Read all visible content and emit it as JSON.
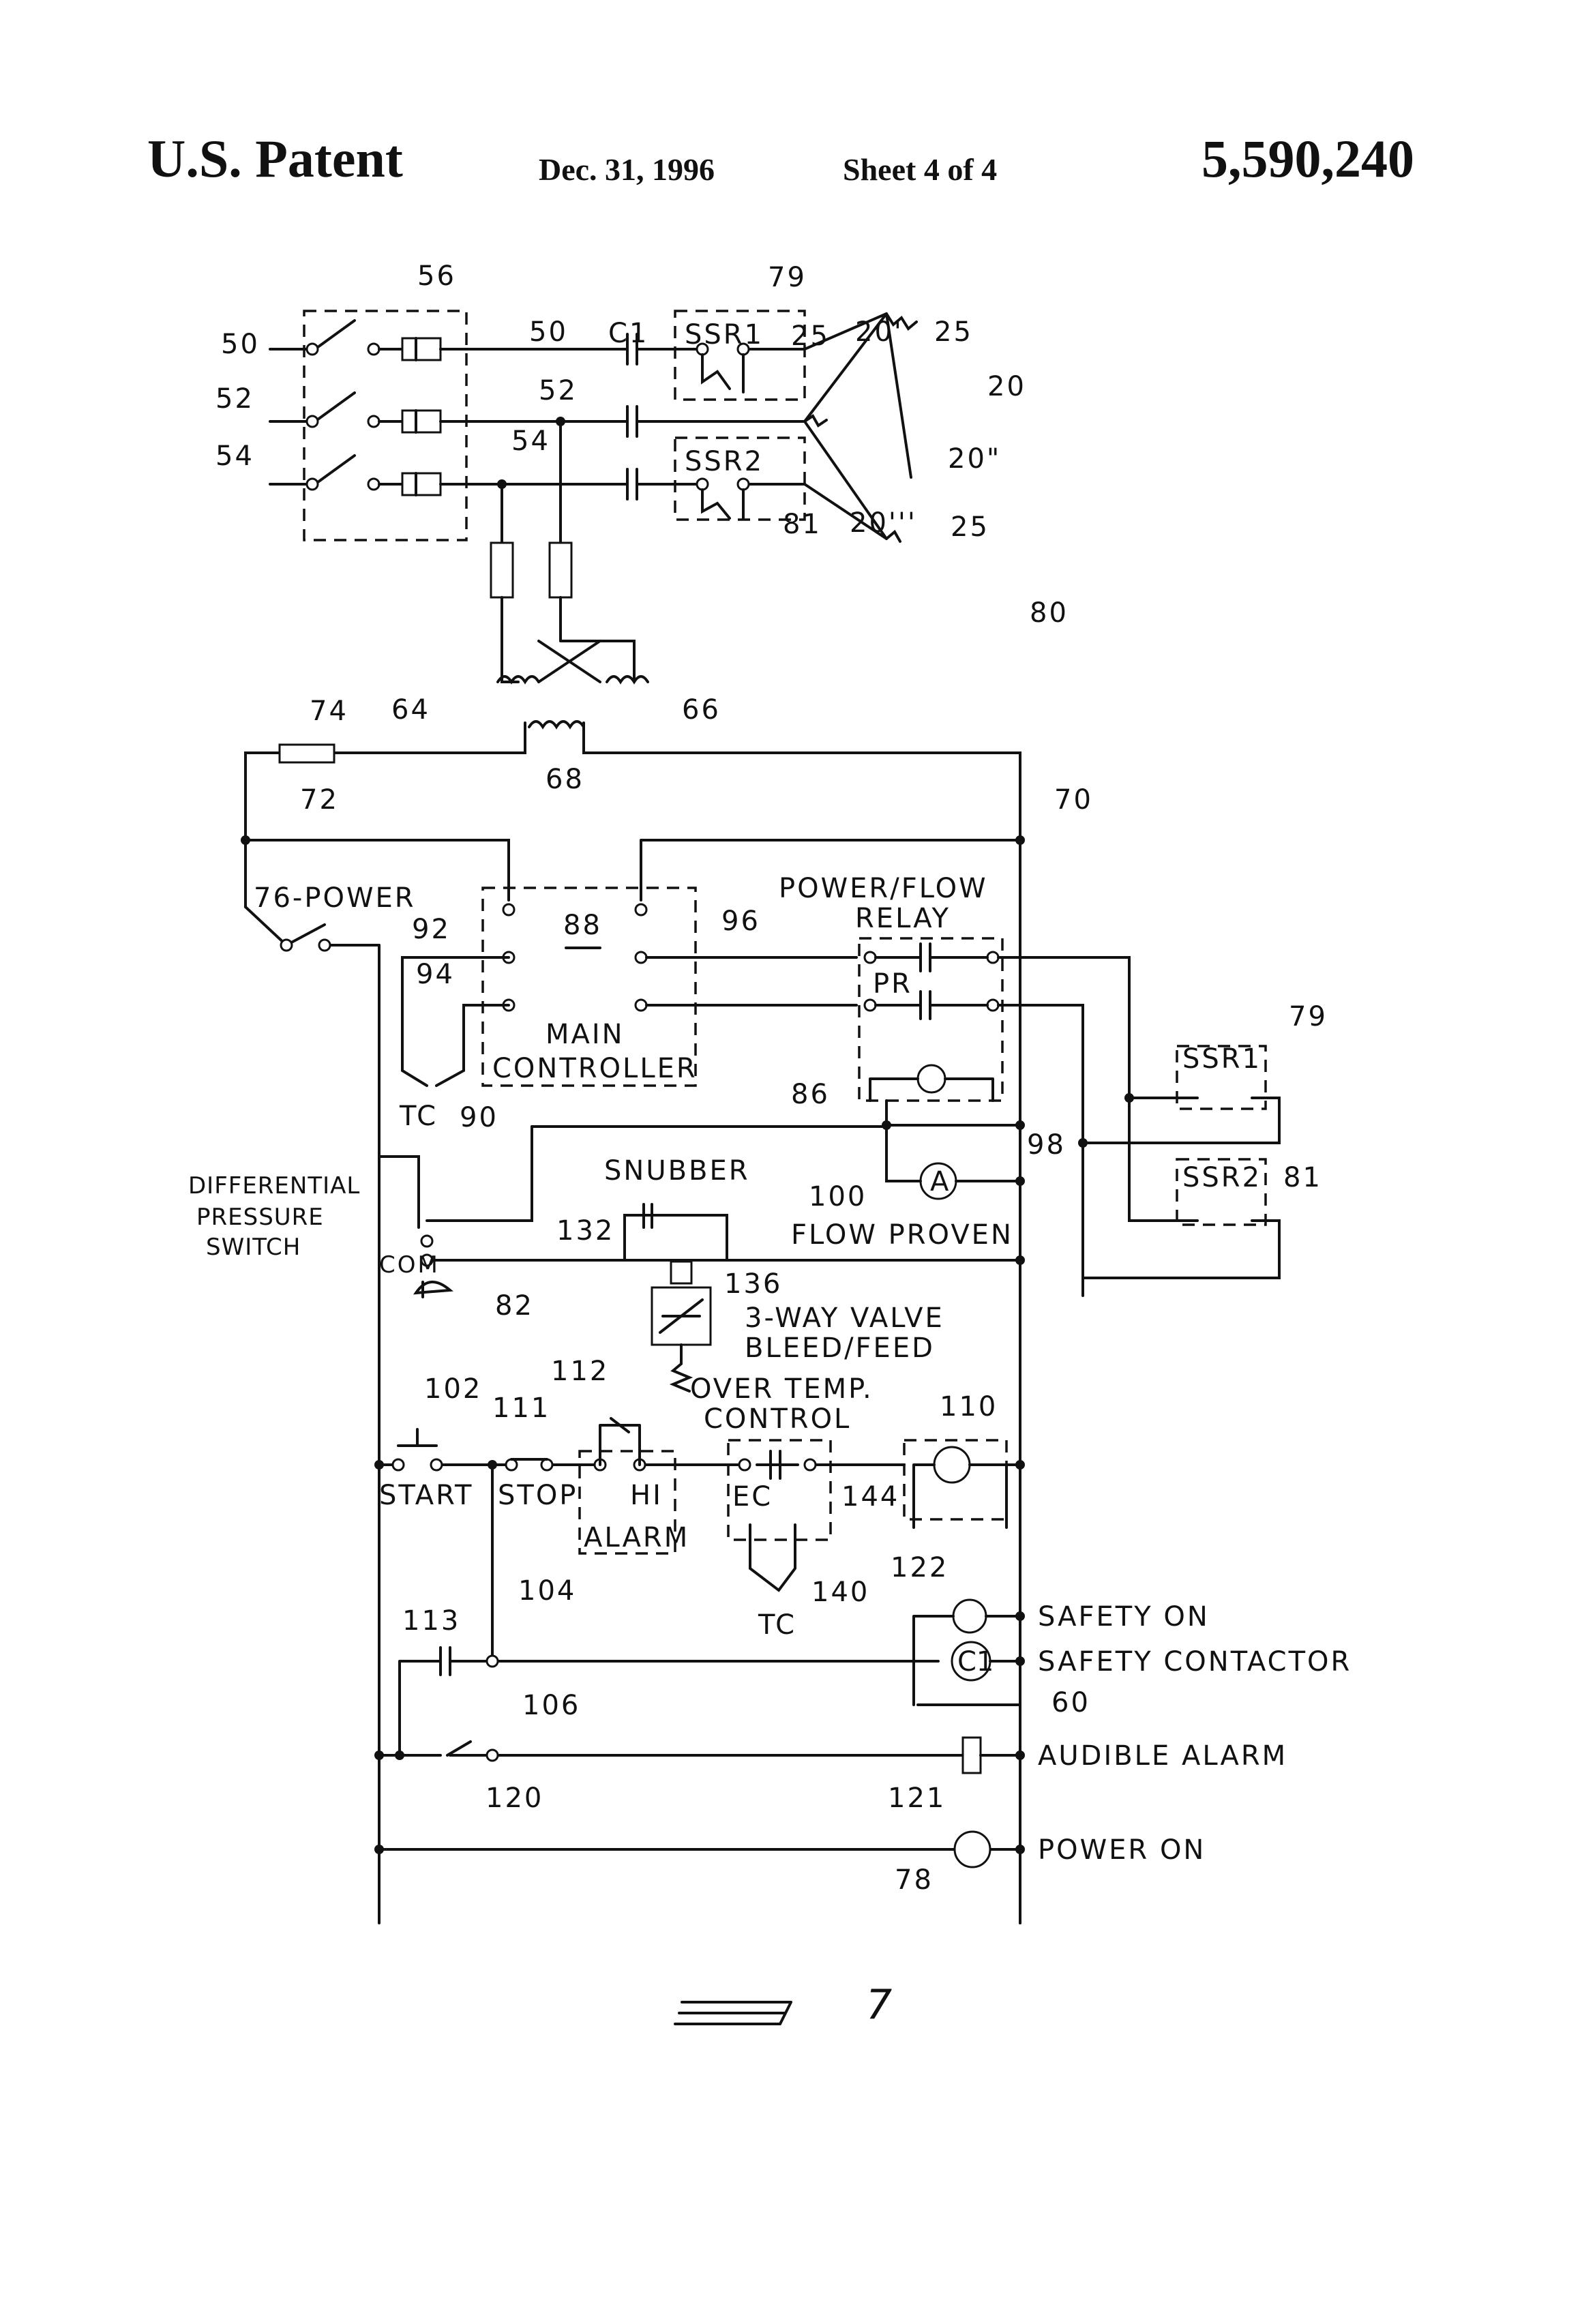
{
  "header": {
    "patent": "U.S. Patent",
    "date": "Dec. 31, 1996",
    "sheet": "Sheet 4 of 4",
    "number": "5,590,240"
  },
  "labels": {
    "r56": "56",
    "r79a": "79",
    "r50a": "50",
    "r52a": "52",
    "r54a": "54",
    "r50b": "50",
    "r52b": "52",
    "r54b": "54",
    "c1top": "C1",
    "ssr1top": "SSR1",
    "ssr2top": "SSR2",
    "r25a": "25",
    "r20p": "20'",
    "r25b": "25",
    "r20": "20",
    "r20pp": "20\"",
    "r81top": "81",
    "r20ppp": "20'''",
    "r25c": "25",
    "r80": "80",
    "r64": "64",
    "r66": "66",
    "r68": "68",
    "r74": "74",
    "r72": "72",
    "r70": "70",
    "power76": "76-POWER",
    "r92": "92",
    "r88": "88",
    "r94": "94",
    "main1": "MAIN",
    "main2": "CONTROLLER",
    "tc90": "TC",
    "r90": "90",
    "pfr1": "POWER/FLOW",
    "pfr2": "RELAY",
    "r96": "96",
    "pr": "PR",
    "r79b": "79",
    "ssr1b": "SSR1",
    "ssr2b": "SSR2",
    "r81b": "81",
    "r86": "86",
    "r98": "98",
    "dps1": "DIFFERENTIAL",
    "dps2": "PRESSURE",
    "dps3": "SWITCH",
    "com": "COM",
    "r82": "82",
    "snubber": "SNUBBER",
    "r132": "132",
    "r100": "100",
    "a": "A",
    "flow": "FLOW PROVEN",
    "r136": "136",
    "valve1": "3-WAY VALVE",
    "valve2": "BLEED/FEED",
    "ot1": "OVER TEMP.",
    "ot2": "CONTROL",
    "r102": "102",
    "r111": "111",
    "r112": "112",
    "r110": "110",
    "start": "START",
    "stop": "STOP",
    "hi": "HI",
    "alarm": "ALARM",
    "ec": "EC",
    "r144": "144",
    "r104": "104",
    "r140": "140",
    "tc140": "TC",
    "r113": "113",
    "r122": "122",
    "safetyon": "SAFETY ON",
    "c1": "C1",
    "safetycontactor": "SAFETY CONTACTOR",
    "r106": "106",
    "r60": "60",
    "r120": "120",
    "r121": "121",
    "audible": "AUDIBLE ALARM",
    "poweron": "POWER ON",
    "r78": "78",
    "fig": "7"
  }
}
